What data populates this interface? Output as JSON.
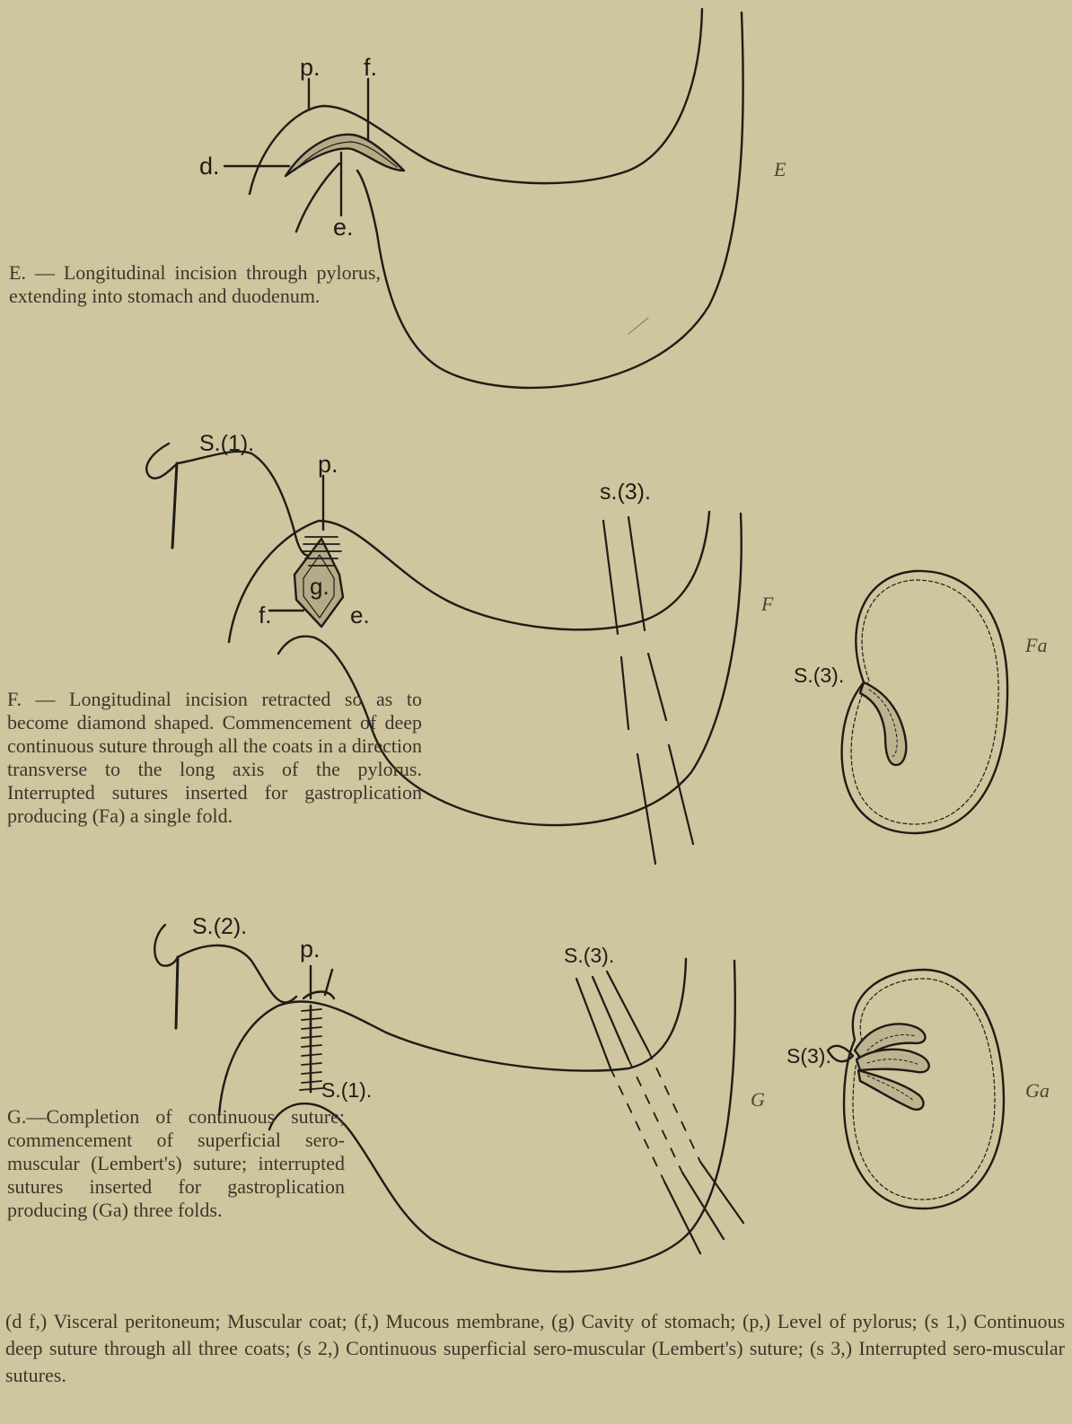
{
  "panels": {
    "e": {
      "side_label": "E",
      "labels": {
        "p": "p.",
        "f": "f.",
        "d": "d.",
        "e": "e."
      },
      "caption": "E. — Longitudinal incision through pylorus, extending into stomach and duodenum."
    },
    "f": {
      "side_label": "F",
      "labels": {
        "s1": "S.(1).",
        "p": "p.",
        "g": "g.",
        "f": "f.",
        "e": "e.",
        "s3": "s.(3)."
      },
      "caption": "F. — Longitudinal incision retracted so as to become diamond shaped. Commencement of deep continuous suture through all the coats in a direction transverse to the long axis of the pylorus. Interrupted sutures inserted for gastroplication producing (Fa) a single fold."
    },
    "fa": {
      "side_label": "Fa",
      "labels": {
        "s3": "S.(3)."
      }
    },
    "g": {
      "side_label": "G",
      "labels": {
        "s2": "S.(2).",
        "p": "p.",
        "s3": "S.(3).",
        "s1": "S.(1)."
      },
      "caption": "G.—Completion of continuous suture; commencement of superficial sero-muscular (Lembert's) suture; interrupted sutures inserted for gastroplication producing (Ga) three folds."
    },
    "ga": {
      "side_label": "Ga",
      "labels": {
        "s3": "S(3)."
      }
    }
  },
  "legend": "(d f,) Visceral peritoneum; Muscular coat; (f,) Mucous membrane, (g) Cavity of stomach; (p,) Level of pylorus; (s 1,) Continuous deep suture through all three coats; (s 2,) Continuous superficial sero-muscular (Lembert's) suture; (s 3,) Interrupted sero-muscular sutures."
}
